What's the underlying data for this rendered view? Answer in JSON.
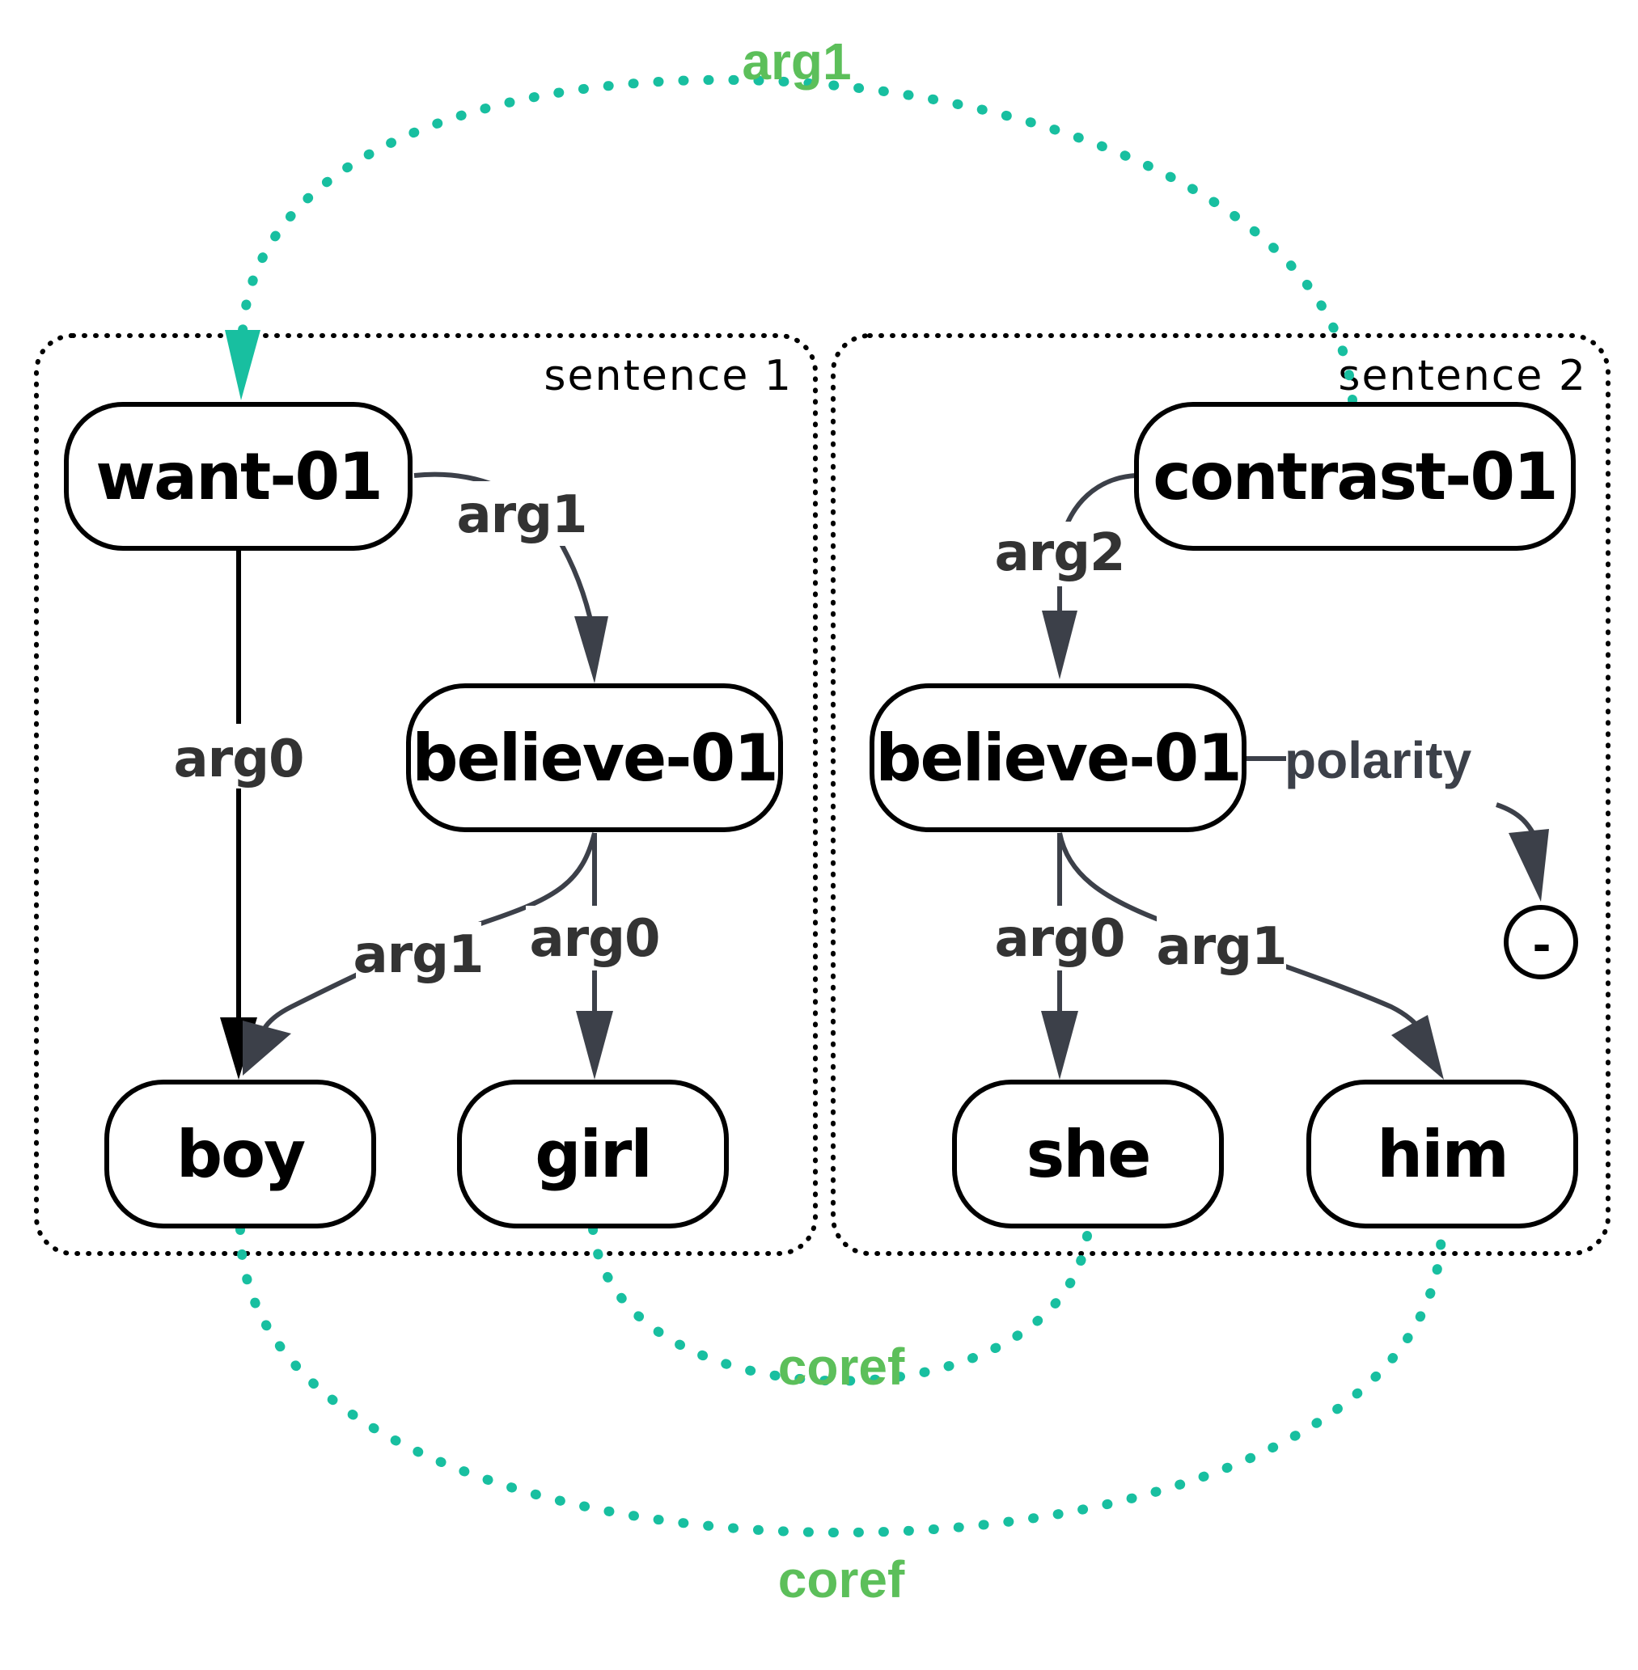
{
  "groups": [
    {
      "id": "s1",
      "label": "sentence 1"
    },
    {
      "id": "s2",
      "label": "sentence 2"
    }
  ],
  "nodes": {
    "want": "want-01",
    "believe1": "believe-01",
    "boy": "boy",
    "girl": "girl",
    "contrast": "contrast-01",
    "believe2": "believe-01",
    "she": "she",
    "him": "him",
    "neg": "-"
  },
  "edges": {
    "want_boy": "arg0",
    "want_believe": "arg1",
    "believe1_boy": "arg1",
    "believe1_girl": "arg0",
    "contrast_believe": "arg2",
    "believe2_polarity": "polarity",
    "believe2_she": "arg0",
    "believe2_him": "arg1"
  },
  "cross_links": {
    "top": "arg1",
    "coref_inner": "coref",
    "coref_outer": "coref"
  },
  "colors": {
    "link": "#18bfa0",
    "link_label": "#5cbf5a",
    "edge": "#3c4049"
  }
}
